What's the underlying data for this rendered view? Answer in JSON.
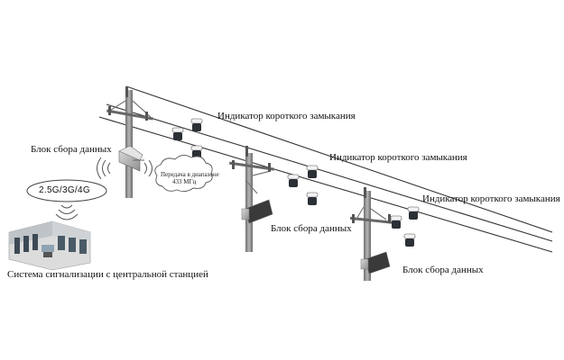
{
  "labels": {
    "indicator_1": "Индикатор короткого замыкания",
    "indicator_2": "Индикатор короткого замыкания",
    "indicator_3": "Индикатор короткого замыкания",
    "data_unit_1": "Блок сбора данных",
    "data_unit_2": "Блок сбора данных",
    "data_unit_3": "Блок сбора данных",
    "network": "2.5G/3G/4G",
    "transmission_line1": "Передача в диапазоне",
    "transmission_line2": "433 МГц",
    "station": "Система сигнализации с центральной станцией"
  },
  "colors": {
    "line": "#333333",
    "pole": "#9a9a9a",
    "indicator_top": "#ffffff",
    "indicator_body": "#2b2f36"
  }
}
